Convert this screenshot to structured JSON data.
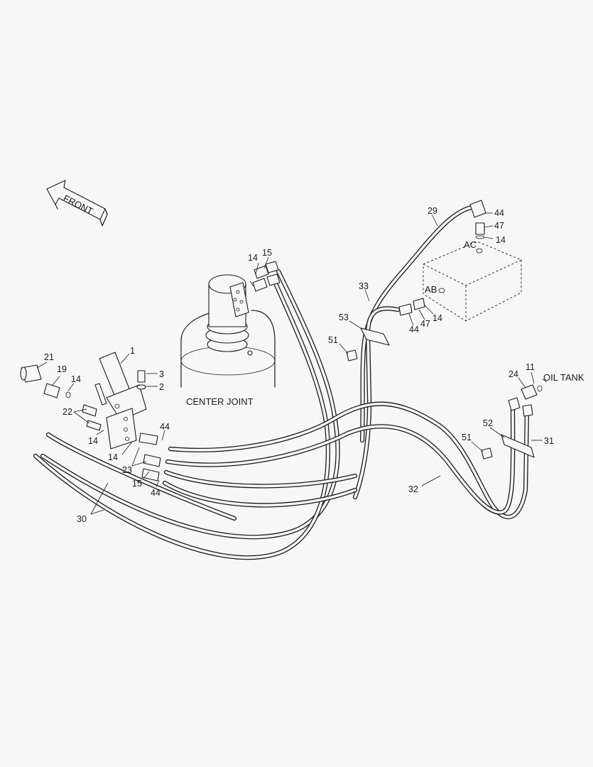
{
  "labels": {
    "front": "FRONT",
    "center_joint": "CENTER JOINT",
    "oil_tank": "OIL TANK",
    "port_ab": "AB",
    "port_ac": "AC"
  },
  "callouts": {
    "c1": "1",
    "c2": "2",
    "c3": "3",
    "c11": "11",
    "c14a": "14",
    "c14b": "14",
    "c14c": "14",
    "c14d": "14",
    "c14e": "14",
    "c14f": "14",
    "c15a": "15",
    "c15b": "15",
    "c19": "19",
    "c21": "21",
    "c22": "22",
    "c23": "23",
    "c24": "24",
    "c29": "29",
    "c30": "30",
    "c31": "31",
    "c32": "32",
    "c33": "33",
    "c44a": "44",
    "c44b": "44",
    "c44c": "44",
    "c44d": "44",
    "c47a": "47",
    "c47b": "47",
    "c51a": "51",
    "c51b": "51",
    "c52": "52",
    "c53": "53"
  }
}
